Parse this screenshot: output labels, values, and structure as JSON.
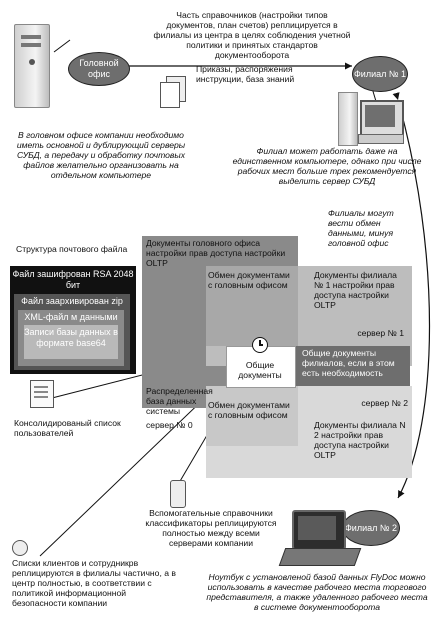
{
  "top": {
    "replication_note": "Часть справочников (настройки типов документов, план счетов) реплицируется в филиалы из центра в целях соблюдения учетной политики и принятых стандартов документооборота",
    "docs_note": "Приказы, распоряжения инструкции, база знаний",
    "head_office": "Головной офис",
    "branch1": "Филиал № 1",
    "head_office_note": "В головном офисе компании необходимо иметь основной и дублирующий серверы СУБД, а передачу и обработку почтовых файлов желательно организовать на отдельном компьютере",
    "branch1_note": "Филиал может работать даже на единственном компьютере, однако при числе рабочих мест больше трех рекомендуется выделить сервер СУБД"
  },
  "mail": {
    "title": "Структура почтового файла",
    "encrypted": "Файл зашифрован RSA 2048 бит",
    "archived": "Файл заархивирован zip",
    "xml": "XML-файл м данными",
    "records": "Записи базы данных в формате base64"
  },
  "regions": {
    "head_docs": "Документы головного офиса настройки прав доступа настройки OLTP",
    "exchange_head_1": "Обмен документами с головным офисом",
    "branch1_docs": "Документы филиала № 1 настройки прав доступа настройки OLTP",
    "server1": "сервер № 1",
    "common_branch": "Общие документы филиалов, если в этом есть необходимость",
    "common_docs": "Общие документы",
    "distributed_db": "Распределенная база данных системы",
    "server0": "сервер № 0",
    "exchange_head_2": "Обмен документами с головным офисом",
    "server2": "сервер № 2",
    "branch2_docs": "Документы филиала N 2 настройки прав доступа настройки OLTP"
  },
  "right_note": "Филиалы могут вести обмен данными, минуя головной офис",
  "users_note": "Консолидированый список пользователей",
  "aux_note": "Вспомогательные справочники классификаторы реплицируются полностью между всеми серверами компании",
  "branch2": "Филиал № 2",
  "clients_note": "Списки клиентов и сотрудникрв реплицируются в филиалы частично, а в центр полностью, в соответствии с политикой информационной безопасности компании",
  "laptop_note": "Ноутбук с установленой базой данных FlyDoc можно использовать в качестве рабочего места торгового представителя, а также удаленного рабочего места в системе документооборота",
  "colors": {
    "dark": "#1a1a1a",
    "mid": "#7a7a7a",
    "light": "#bdbdbd",
    "pale": "#d9d9d9",
    "ellipse": "#6e6e6e"
  }
}
